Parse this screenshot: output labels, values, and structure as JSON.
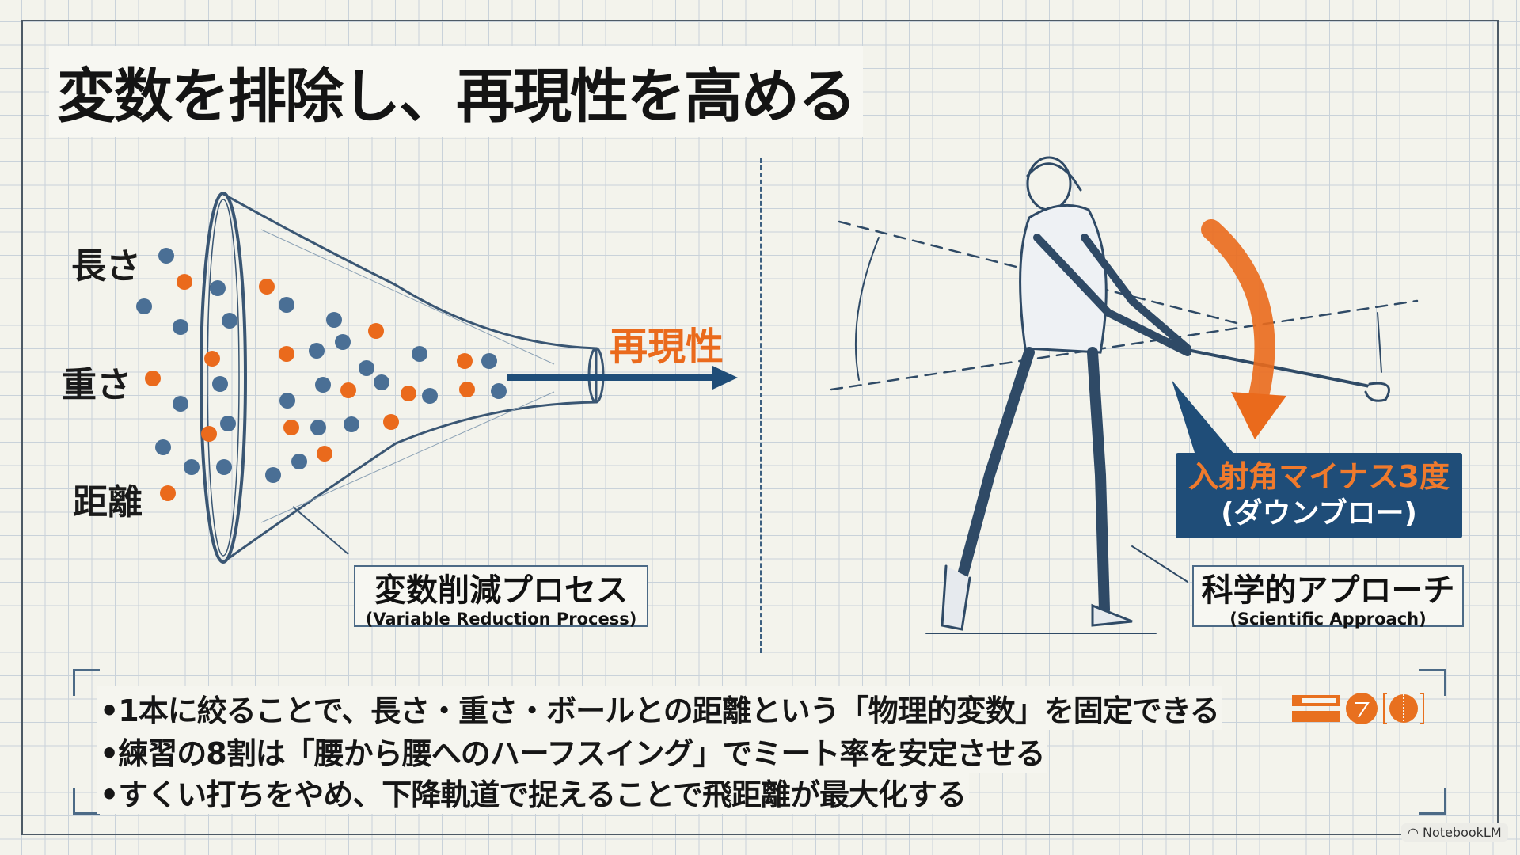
{
  "title": "変数を排除し、再現性を高める",
  "left": {
    "inputs": [
      "長さ",
      "重さ",
      "距離"
    ],
    "output_label": "再現性",
    "caption_jp": "変数削減プロセス",
    "caption_en": "(Variable Reduction Process)"
  },
  "right": {
    "callout_line1": "入射角マイナス3度",
    "callout_line2": "(ダウンブロー)",
    "caption_jp": "科学的アプローチ",
    "caption_en": "(Scientific Approach)"
  },
  "bullets": [
    "•1本に絞ることで、長さ・重さ・ボールとの距離という「物理的変数」を固定できる",
    "•練習の8割は「腰から腰へのハーフスイング」でミート率を安定させる",
    "•すくい打ちをやめ、下降軌道で捉えることで飛距離が最大化する"
  ],
  "brand": "NotebookLM",
  "colors": {
    "orange": "#ea6a1c",
    "blue": "#1f4d78",
    "dot_blue": "#4a6f95"
  },
  "icons": [
    "club-icon",
    "golf-ball-number-icon",
    "ball-icon"
  ]
}
